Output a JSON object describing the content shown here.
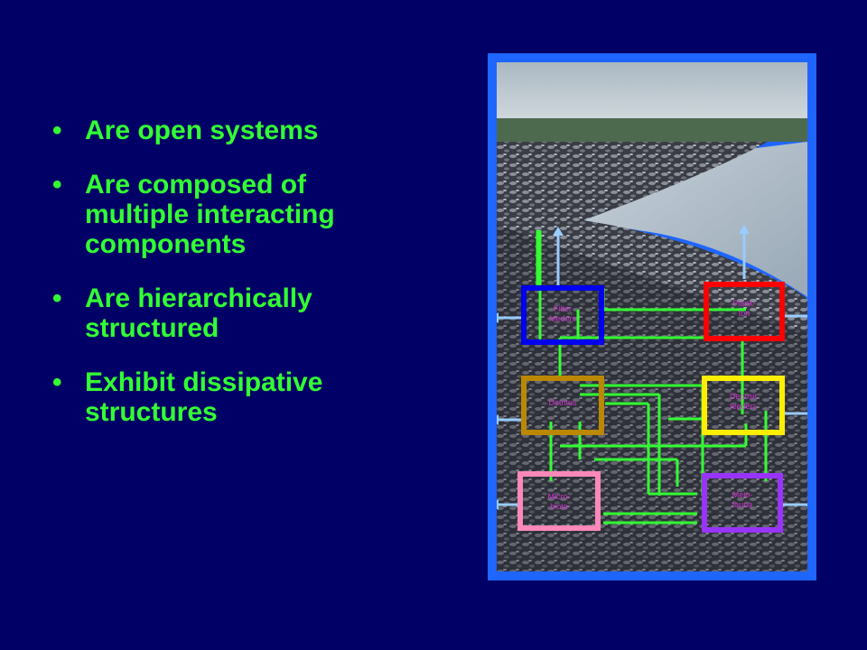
{
  "bullets": [
    "Are open systems",
    "Are composed of multiple interacting components",
    "Are hierarchically structured",
    "Exhibit dissipative structures"
  ],
  "diagram": {
    "nodes": [
      {
        "id": "filter-feeders",
        "line1": "Filter",
        "line2": "feeders",
        "color": "#0000ee"
      },
      {
        "id": "plankton",
        "line1": "Plank-",
        "line2": "ton",
        "color": "#ff0000"
      },
      {
        "id": "detritus",
        "line1": "Detritus",
        "line2": "",
        "color": "#bb8800"
      },
      {
        "id": "deposit-feeders",
        "line1": "Deposit",
        "line2": "feeders",
        "color": "#ffee00"
      },
      {
        "id": "microbiota",
        "line1": "Micro-",
        "line2": "biota",
        "color": "#ff88bb"
      },
      {
        "id": "meiofauna",
        "line1": "Meio-",
        "line2": "fauna",
        "color": "#9933ff"
      }
    ],
    "connector_color": "#33ff33",
    "export_arrow_color": "#99ccff"
  }
}
